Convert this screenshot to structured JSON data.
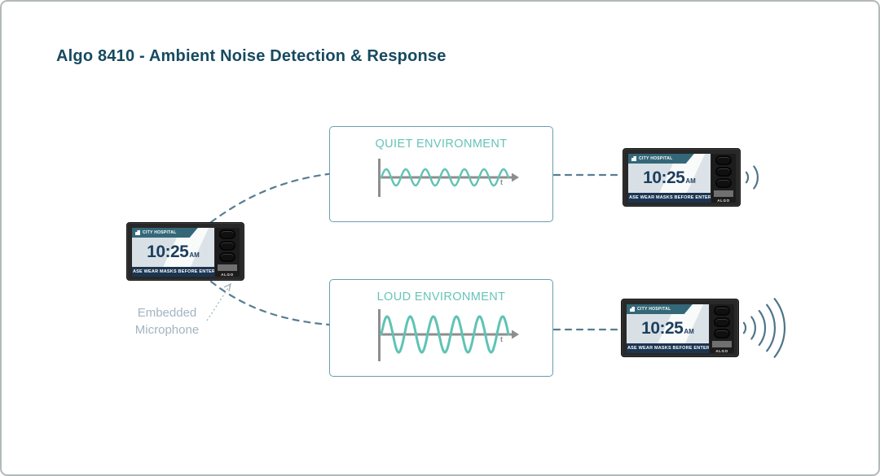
{
  "title": "Algo 8410 - Ambient Noise Detection & Response",
  "device": {
    "header": "CITY HOSPITAL",
    "time": "10:25",
    "meridiem": "AM",
    "ticker": "ASE WEAR MASKS BEFORE ENTERING TO",
    "brand": "ALGO"
  },
  "annotations": {
    "microphone_label": "Embedded Microphone"
  },
  "environments": [
    {
      "id": "quiet",
      "label": "QUIET ENVIRONMENT",
      "axis_label": "t",
      "wave": {
        "amplitude": 10,
        "cycles": 6.5
      }
    },
    {
      "id": "loud",
      "label": "LOUD ENVIRONMENT",
      "axis_label": "t",
      "wave": {
        "amplitude": 22,
        "cycles": 5.5
      }
    }
  ],
  "responses": {
    "quiet_volume_arcs": 2,
    "loud_volume_arcs": 5
  },
  "colors": {
    "title": "#164a60",
    "wave": "#5fc3b4",
    "env_label": "#67c4b6",
    "box_border": "#6b9dae",
    "connector": "#577d92",
    "mic_label": "#a2b4c1",
    "axis": "#8e8e8e",
    "sound_arc": "#4f7589",
    "ticker_bg": "#1b3551",
    "header_bg": "#346879",
    "time_color": "#1d3e5e"
  }
}
